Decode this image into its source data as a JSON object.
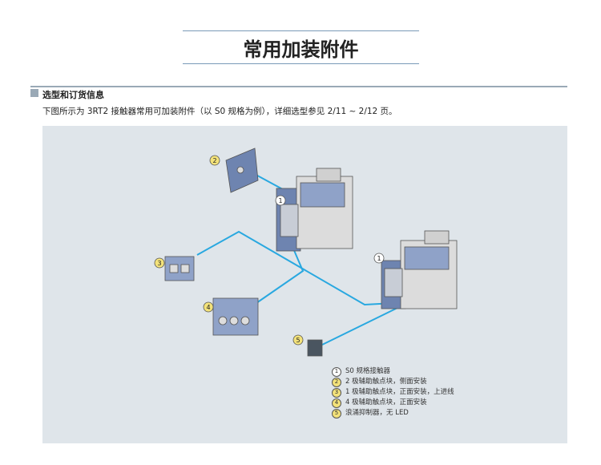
{
  "title": "常用加装附件",
  "section": {
    "title": "选型和订货信息",
    "intro": "下图所示为 3RT2 接触器常用可加装附件（以 S0 规格为例），详细选型参见 2/11 ~ 2/12 页。"
  },
  "callouts": [
    "1",
    "2",
    "3",
    "4",
    "5"
  ],
  "legend": [
    {
      "num": "1",
      "text": "S0 规格接触器"
    },
    {
      "num": "2",
      "text": "2 极辅助触点块，侧面安装"
    },
    {
      "num": "3",
      "text": "1 极辅助触点块，正面安装，上进线"
    },
    {
      "num": "4",
      "text": "4 极辅助触点块，正面安装"
    },
    {
      "num": "5",
      "text": "浪涌抑制器，无 LED"
    }
  ],
  "colors": {
    "connector": "#29a8e0",
    "panel": "#dfe5ea",
    "callout_yellow": "#f3e27a"
  }
}
